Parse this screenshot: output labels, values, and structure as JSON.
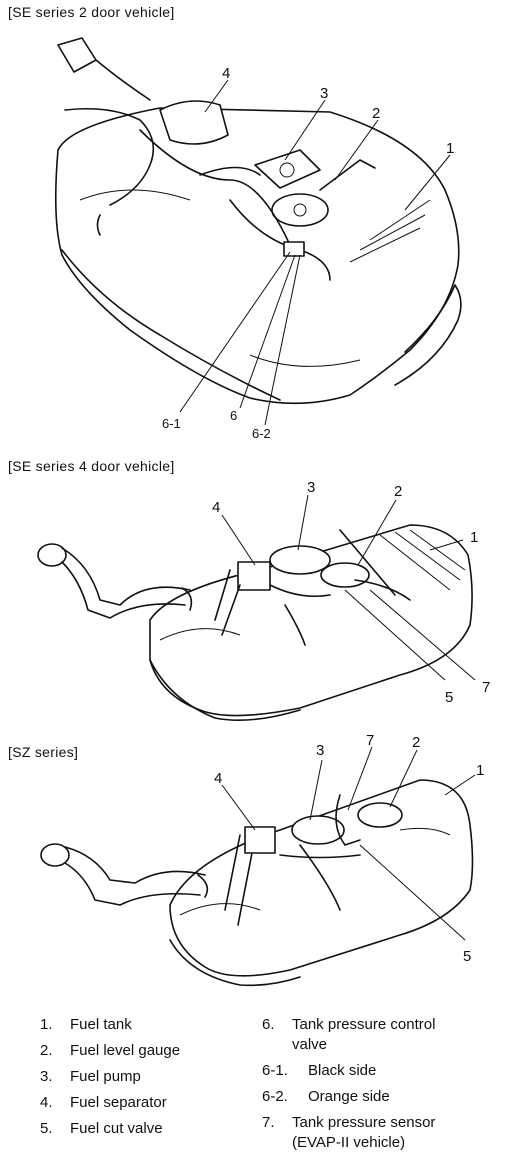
{
  "panels": [
    {
      "title": "[SE series 2 door vehicle]",
      "callouts": {
        "c1": "1",
        "c2": "2",
        "c3": "3",
        "c4": "4",
        "c6": "6",
        "c61": "6-1",
        "c62": "6-2"
      }
    },
    {
      "title": "[SE series 4 door vehicle]",
      "callouts": {
        "c1": "1",
        "c2": "2",
        "c3": "3",
        "c4": "4",
        "c5": "5",
        "c7": "7"
      }
    },
    {
      "title": "[SZ series]",
      "callouts": {
        "c1": "1",
        "c2": "2",
        "c3": "3",
        "c4": "4",
        "c5": "5",
        "c7": "7"
      }
    }
  ],
  "legend": {
    "left": [
      {
        "num": "1.",
        "text": "Fuel tank"
      },
      {
        "num": "2.",
        "text": "Fuel level gauge"
      },
      {
        "num": "3.",
        "text": "Fuel pump"
      },
      {
        "num": "4.",
        "text": "Fuel separator"
      },
      {
        "num": "5.",
        "text": "Fuel cut valve"
      }
    ],
    "right": [
      {
        "num": "6.",
        "text": "Tank pressure control",
        "cont": "valve"
      },
      {
        "num": "6-1.",
        "text": "Black side"
      },
      {
        "num": "6-2.",
        "text": "Orange side"
      },
      {
        "num": "7.",
        "text": "Tank pressure sensor",
        "cont": "(EVAP-II vehicle)"
      }
    ]
  }
}
